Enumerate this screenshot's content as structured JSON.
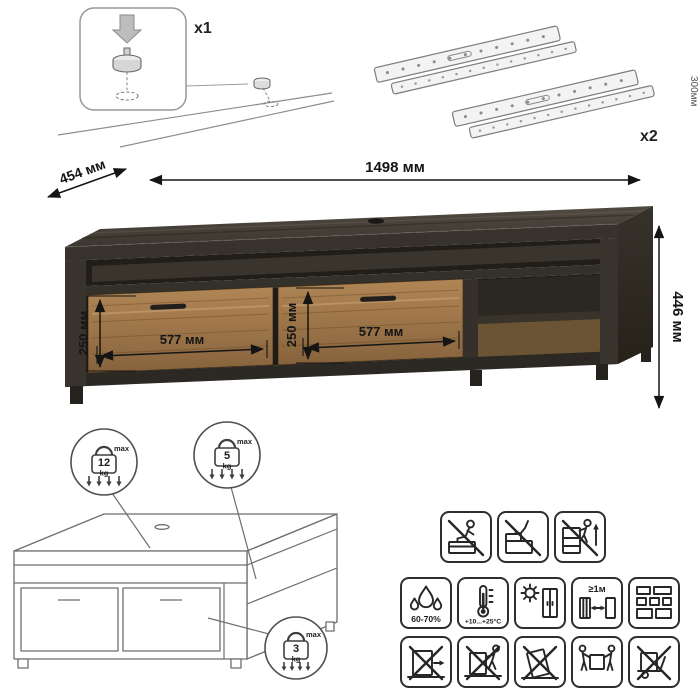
{
  "hardware": {
    "foot_qty": "x1",
    "rail_qty": "x2",
    "rail_length": "300мм"
  },
  "dimensions": {
    "width": "1498 мм",
    "depth": "454 мм",
    "height": "446 мм",
    "drawer_left_height": "250 мм",
    "drawer_right_height": "250 мм",
    "drawer_left_width": "577 мм",
    "drawer_right_width": "577 мм"
  },
  "load_limits": [
    {
      "value": "12",
      "unit": "kg",
      "note": "max",
      "applies_to": "top-surface"
    },
    {
      "value": "5",
      "unit": "kg",
      "note": "max",
      "applies_to": "open-shelf"
    },
    {
      "value": "3",
      "unit": "kg",
      "note": "max",
      "applies_to": "drawer"
    }
  ],
  "care": {
    "humidity": "60-70%",
    "temperature": "+10...+25°C",
    "min_distance": "≥1м"
  },
  "pictograms": {
    "row1": [
      "no-sitting",
      "no-standing-on-drawer",
      "no-climbing"
    ],
    "row2": [
      "humidity-range",
      "temperature-range",
      "keep-from-sunlight",
      "heater-distance",
      "hardware-layout"
    ],
    "row3": [
      "no-dragging",
      "no-pulling",
      "no-tilting",
      "carry-with-two",
      "no-trolley"
    ]
  },
  "colors": {
    "frame_wood": "#3c3831",
    "drawer_wood": "#a07b50",
    "dimension_ink": "#151515",
    "line_art": "#6e6e6e"
  }
}
